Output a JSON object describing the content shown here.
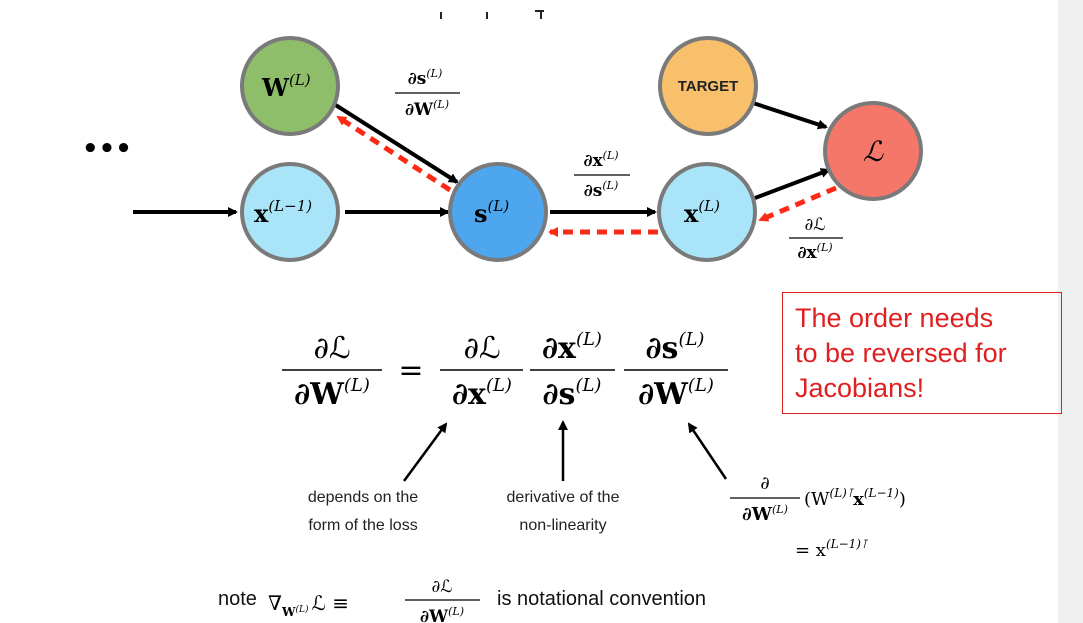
{
  "nodes": {
    "weight": {
      "label_base": "W",
      "label_sup": "(L)"
    },
    "x_prev": {
      "label_base": "x",
      "label_sup": "(L−1)"
    },
    "score": {
      "label_base": "s",
      "label_sup": "(L)"
    },
    "x_cur": {
      "label_base": "x",
      "label_sup": "(L)"
    },
    "target": {
      "label": "TARGET"
    },
    "loss": {
      "label": "ℒ"
    }
  },
  "ellipsis": "•••",
  "edge_labels": {
    "ds_dW": {
      "num": "∂s",
      "num_sup": "(L)",
      "den": "∂W",
      "den_sup": "(L)"
    },
    "dx_ds": {
      "num": "∂x",
      "num_sup": "(L)",
      "den": "∂s",
      "den_sup": "(L)"
    },
    "dL_dx": {
      "num": "∂ℒ",
      "den": "∂x",
      "den_sup": "(L)"
    }
  },
  "equation": {
    "lhs": {
      "num": "∂ℒ",
      "den": "∂W",
      "den_sup": "(L)"
    },
    "equals": "=",
    "terms": [
      {
        "num": "∂ℒ",
        "den": "∂x",
        "den_sup": "(L)"
      },
      {
        "num": "∂x",
        "num_sup": "(L)",
        "den": "∂s",
        "den_sup": "(L)"
      },
      {
        "num": "∂s",
        "num_sup": "(L)",
        "den": "∂W",
        "den_sup": "(L)"
      }
    ]
  },
  "annotations": {
    "loss_form": [
      "depends on the",
      "form of the loss"
    ],
    "nonlinearity": [
      "derivative of the",
      "non-linearity"
    ],
    "linear": {
      "frac_num": "∂",
      "frac_den": "∂W",
      "frac_den_sup": "(L)",
      "expr_open": "(W",
      "expr_sup1": "(L)⊺",
      "expr_x": "x",
      "expr_sup2": "(L−1)",
      "expr_close": ")",
      "result": "= x",
      "result_sup": "(L−1)⊺"
    }
  },
  "callout": [
    "The order needs",
    "to be reversed for",
    "Jacobians!"
  ],
  "footnote": {
    "prefix": "note",
    "nabla": "∇",
    "nabla_sub": "W",
    "nabla_sub_sup": "(L)",
    "middle": "ℒ ≡",
    "frac_num": "∂ℒ",
    "frac_den": "∂W",
    "frac_den_sup": "(L)",
    "suffix": "is notational convention"
  },
  "colors": {
    "weight_node": "#8fbe6a",
    "activation_node": "#a9e4f8",
    "score_node": "#4da6ee",
    "target_node": "#f9c06b",
    "loss_node": "#f5776a",
    "node_border": "#7a7a7a",
    "backprop_arrow": "#ff2a16",
    "callout": "#e02020"
  }
}
